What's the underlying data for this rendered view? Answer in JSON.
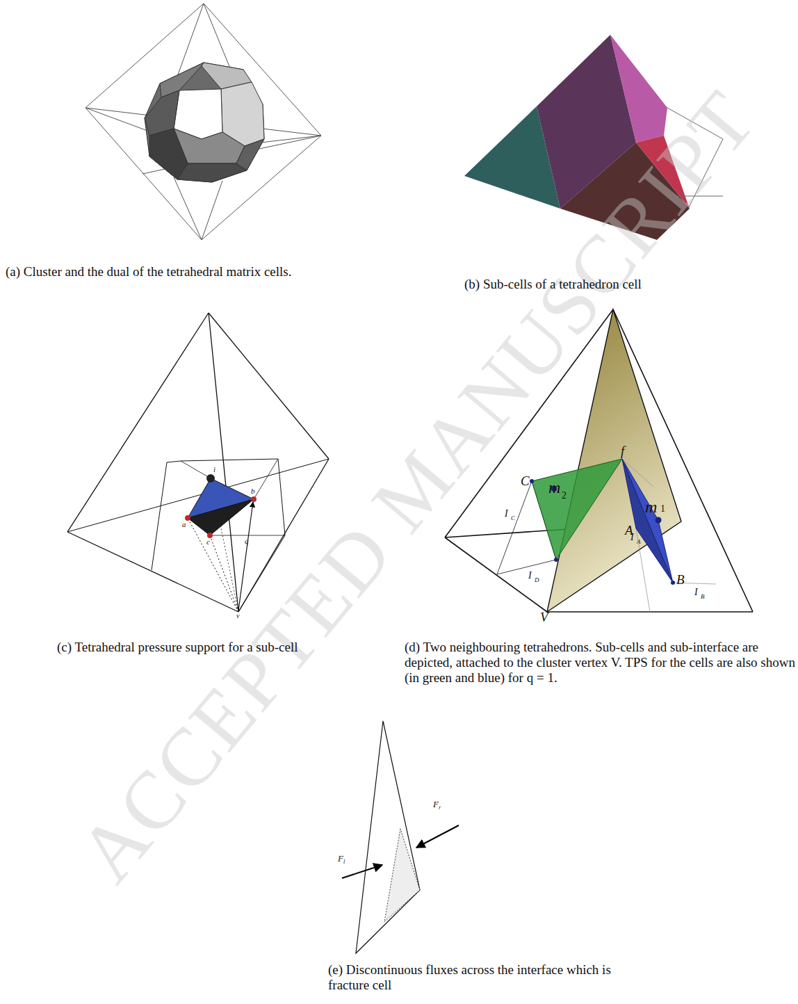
{
  "diagram": {
    "labels": [
      "(a) Cluster and the dual of the tetrahedral matrix cells.",
      "(b) Sub-cells of a tetrahedron cell",
      "(c) Tetrahedral pressure support for a sub-cell",
      "(d) Two neighbouring tetrahedrons. Sub-cells and sub-interface are depicted, attached to the cluster vertex V. TPS for the cells are also shown (in green and blue) for q = 1.",
      "(e) Discontinuous fluxes across the interface which is fracture cell",
      "i",
      "b",
      "a",
      "c",
      "q",
      "v",
      "C",
      "m",
      "2",
      "f",
      "m",
      "1",
      "A",
      "I",
      "C",
      "I",
      "A",
      "I",
      "D",
      "I",
      "B",
      "B",
      "V",
      "F",
      "l",
      "F",
      "r",
      "ACCEPTED MANUSCRIPT"
    ]
  }
}
